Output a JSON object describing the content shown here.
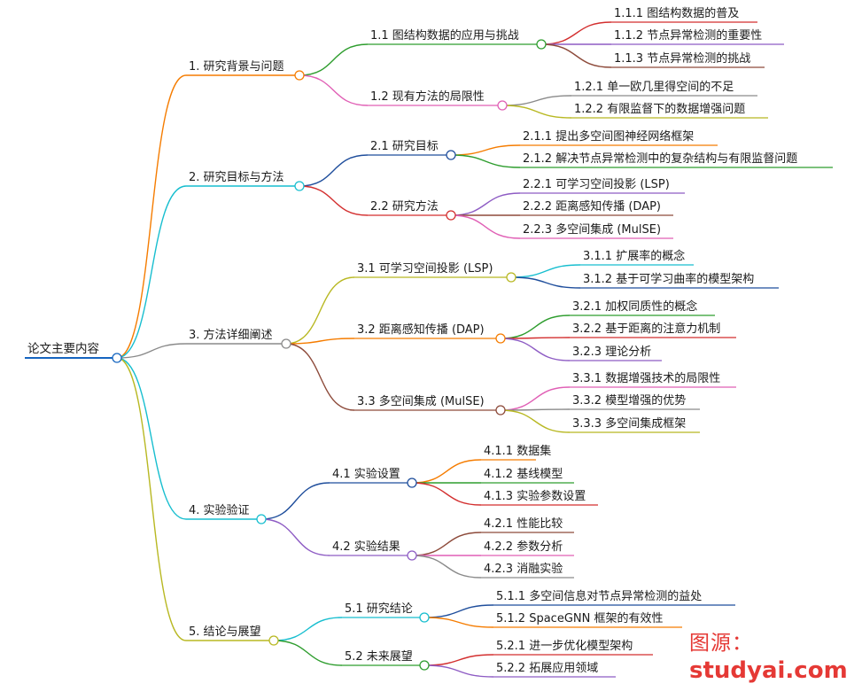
{
  "root": {
    "label": "论文主要内容",
    "color": "#1565c0"
  },
  "branches": [
    {
      "label": "1. 研究背景与问题",
      "color": "#f57c00",
      "children": [
        {
          "label": "1.1 图结构数据的应用与挑战",
          "color": "#2e9d2e",
          "children": [
            {
              "label": "1.1.1 图结构数据的普及",
              "color": "#d32f2f"
            },
            {
              "label": "1.1.2 节点异常检测的重要性",
              "color": "#8e5cc4"
            },
            {
              "label": "1.1.3 节点异常检测的挑战",
              "color": "#8d4a3a"
            }
          ]
        },
        {
          "label": "1.2 现有方法的局限性",
          "color": "#e05fb5",
          "children": [
            {
              "label": "1.2.1 单一欧几里得空间的不足",
              "color": "#8a8a8a"
            },
            {
              "label": "1.2.2 有限监督下的数据增强问题",
              "color": "#b8b822"
            }
          ]
        }
      ]
    },
    {
      "label": "2. 研究目标与方法",
      "color": "#17becf",
      "children": [
        {
          "label": "2.1 研究目标",
          "color": "#1f4e9c",
          "children": [
            {
              "label": "2.1.1 提出多空间图神经网络框架",
              "color": "#f57c00"
            },
            {
              "label": "2.1.2 解决节点异常检测中的复杂结构与有限监督问题",
              "color": "#2e9d2e"
            }
          ]
        },
        {
          "label": "2.2 研究方法",
          "color": "#d32f2f",
          "children": [
            {
              "label": "2.2.1 可学习空间投影 (LSP)",
              "color": "#8e5cc4"
            },
            {
              "label": "2.2.2 距离感知传播 (DAP)",
              "color": "#8d4a3a"
            },
            {
              "label": "2.2.3 多空间集成 (MulSE)",
              "color": "#e05fb5"
            }
          ]
        }
      ]
    },
    {
      "label": "3. 方法详细阐述",
      "color": "#8a8a8a",
      "children": [
        {
          "label": "3.1 可学习空间投影 (LSP)",
          "color": "#b8b822",
          "children": [
            {
              "label": "3.1.1 扩展率的概念",
              "color": "#17becf"
            },
            {
              "label": "3.1.2 基于可学习曲率的模型架构",
              "color": "#1f4e9c"
            }
          ]
        },
        {
          "label": "3.2 距离感知传播 (DAP)",
          "color": "#f57c00",
          "children": [
            {
              "label": "3.2.1 加权同质性的概念",
              "color": "#2e9d2e"
            },
            {
              "label": "3.2.2 基于距离的注意力机制",
              "color": "#d32f2f"
            },
            {
              "label": "3.2.3 理论分析",
              "color": "#8e5cc4"
            }
          ]
        },
        {
          "label": "3.3 多空间集成 (MulSE)",
          "color": "#8d4a3a",
          "children": [
            {
              "label": "3.3.1 数据增强技术的局限性",
              "color": "#e05fb5"
            },
            {
              "label": "3.3.2 模型增强的优势",
              "color": "#8a8a8a"
            },
            {
              "label": "3.3.3 多空间集成框架",
              "color": "#b8b822"
            }
          ]
        }
      ]
    },
    {
      "label": "4. 实验验证",
      "color": "#17becf",
      "children": [
        {
          "label": "4.1 实验设置",
          "color": "#1f4e9c",
          "children": [
            {
              "label": "4.1.1 数据集",
              "color": "#f57c00"
            },
            {
              "label": "4.1.2 基线模型",
              "color": "#2e9d2e"
            },
            {
              "label": "4.1.3 实验参数设置",
              "color": "#d32f2f"
            }
          ]
        },
        {
          "label": "4.2 实验结果",
          "color": "#8e5cc4",
          "children": [
            {
              "label": "4.2.1 性能比较",
              "color": "#8d4a3a"
            },
            {
              "label": "4.2.2 参数分析",
              "color": "#e05fb5"
            },
            {
              "label": "4.2.3 消融实验",
              "color": "#8a8a8a"
            }
          ]
        }
      ]
    },
    {
      "label": "5. 结论与展望",
      "color": "#b8b822",
      "children": [
        {
          "label": "5.1 研究结论",
          "color": "#17becf",
          "children": [
            {
              "label": "5.1.1 多空间信息对节点异常检测的益处",
              "color": "#1f4e9c"
            },
            {
              "label": "5.1.2 SpaceGNN 框架的有效性",
              "color": "#f57c00"
            }
          ]
        },
        {
          "label": "5.2 未来展望",
          "color": "#2e9d2e",
          "children": [
            {
              "label": "5.2.1 进一步优化模型架构",
              "color": "#d32f2f"
            },
            {
              "label": "5.2.2 拓展应用领域",
              "color": "#8e5cc4"
            }
          ]
        }
      ]
    }
  ],
  "watermark": {
    "line1": "图源：",
    "line2": "studyai.com",
    "color": "#e53935"
  }
}
